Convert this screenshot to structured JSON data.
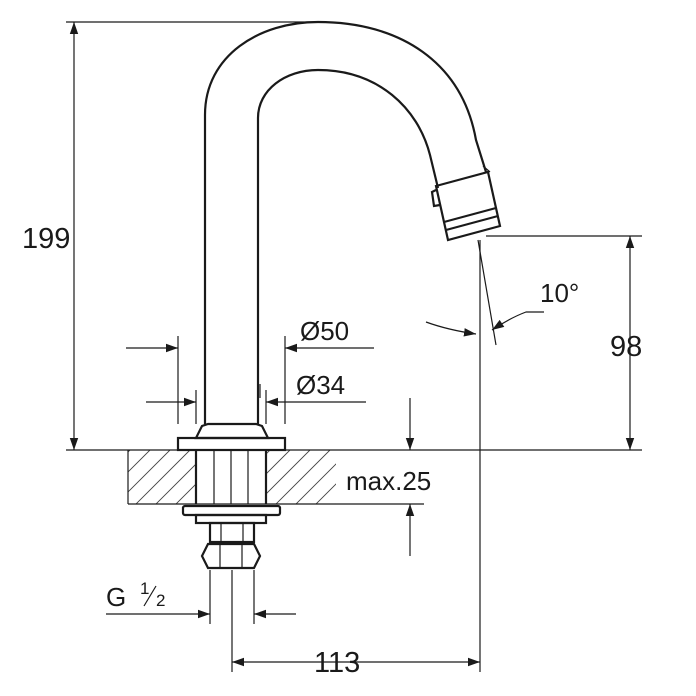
{
  "dimensions": {
    "height_total": "199",
    "spout_height": "98",
    "outlet_angle": "10°",
    "base_diameter": "Ø50",
    "shank_diameter": "Ø34",
    "max_thickness": "max.25",
    "thread_main": "G",
    "thread_num": "1",
    "thread_den": "2",
    "projection": "113"
  },
  "colors": {
    "line": "#1a1a1a",
    "background": "#ffffff"
  }
}
